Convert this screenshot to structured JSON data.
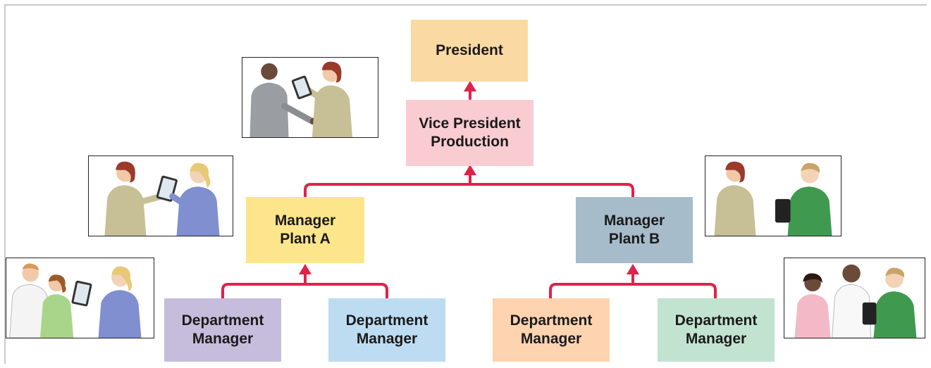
{
  "chart": {
    "president": "President",
    "vp": "Vice President\nProduction",
    "plant_a": "Manager\nPlant A",
    "plant_b": "Manager\nPlant B",
    "dept_1": "Department\nManager",
    "dept_2": "Department\nManager",
    "dept_3": "Department\nManager",
    "dept_4": "Department\nManager"
  },
  "colors": {
    "president": "#fbd9a3",
    "vp": "#f9ccd1",
    "plant_a": "#fde58c",
    "plant_b": "#a6bccb",
    "dept_1": "#c6bcdc",
    "dept_2": "#bddcf2",
    "dept_3": "#fdd3b0",
    "dept_4": "#c2e3d0",
    "connector": "#e0224a"
  },
  "illustrations": [
    "two-people-with-tablet",
    "two-women-with-tablet",
    "woman-and-man-with-tablet",
    "group-with-tablet",
    "three-people-with-tablet"
  ]
}
